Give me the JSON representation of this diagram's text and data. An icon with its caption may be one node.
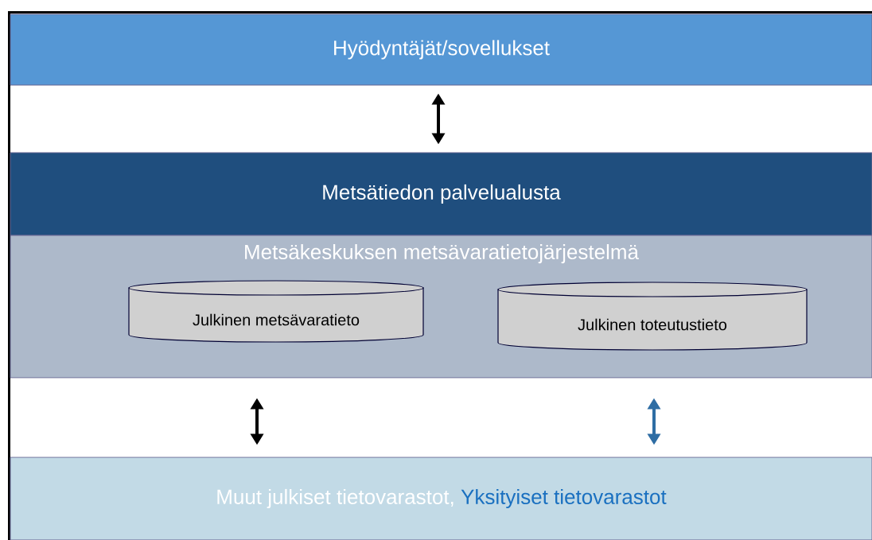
{
  "diagram": {
    "nodes": [
      {
        "text": [
          "Hyödyntäjät/sovellukset"
        ]
      },
      {
        "text": [
          "Metsätiedon palvelualusta"
        ]
      },
      {
        "text": [
          "Metsäkeskuksen metsävaratietojärjestelmä"
        ]
      },
      {
        "text": [
          "Julkinen metsävaratieto"
        ],
        "in": 2
      },
      {
        "text": [
          "Julkinen toteutustieto"
        ],
        "in": 2
      },
      {
        "text": [
          "Muut julkiset tietovarastot,",
          "Yksityiset tietovarastot"
        ]
      }
    ],
    "edges": [
      {
        "from": 0,
        "to": 1,
        "arrow": "both"
      },
      {
        "from": 2,
        "to": 5,
        "arrow": "both"
      },
      {
        "from": 2,
        "to": 5,
        "arrow": "both",
        "color": "#2e6da4"
      }
    ]
  }
}
